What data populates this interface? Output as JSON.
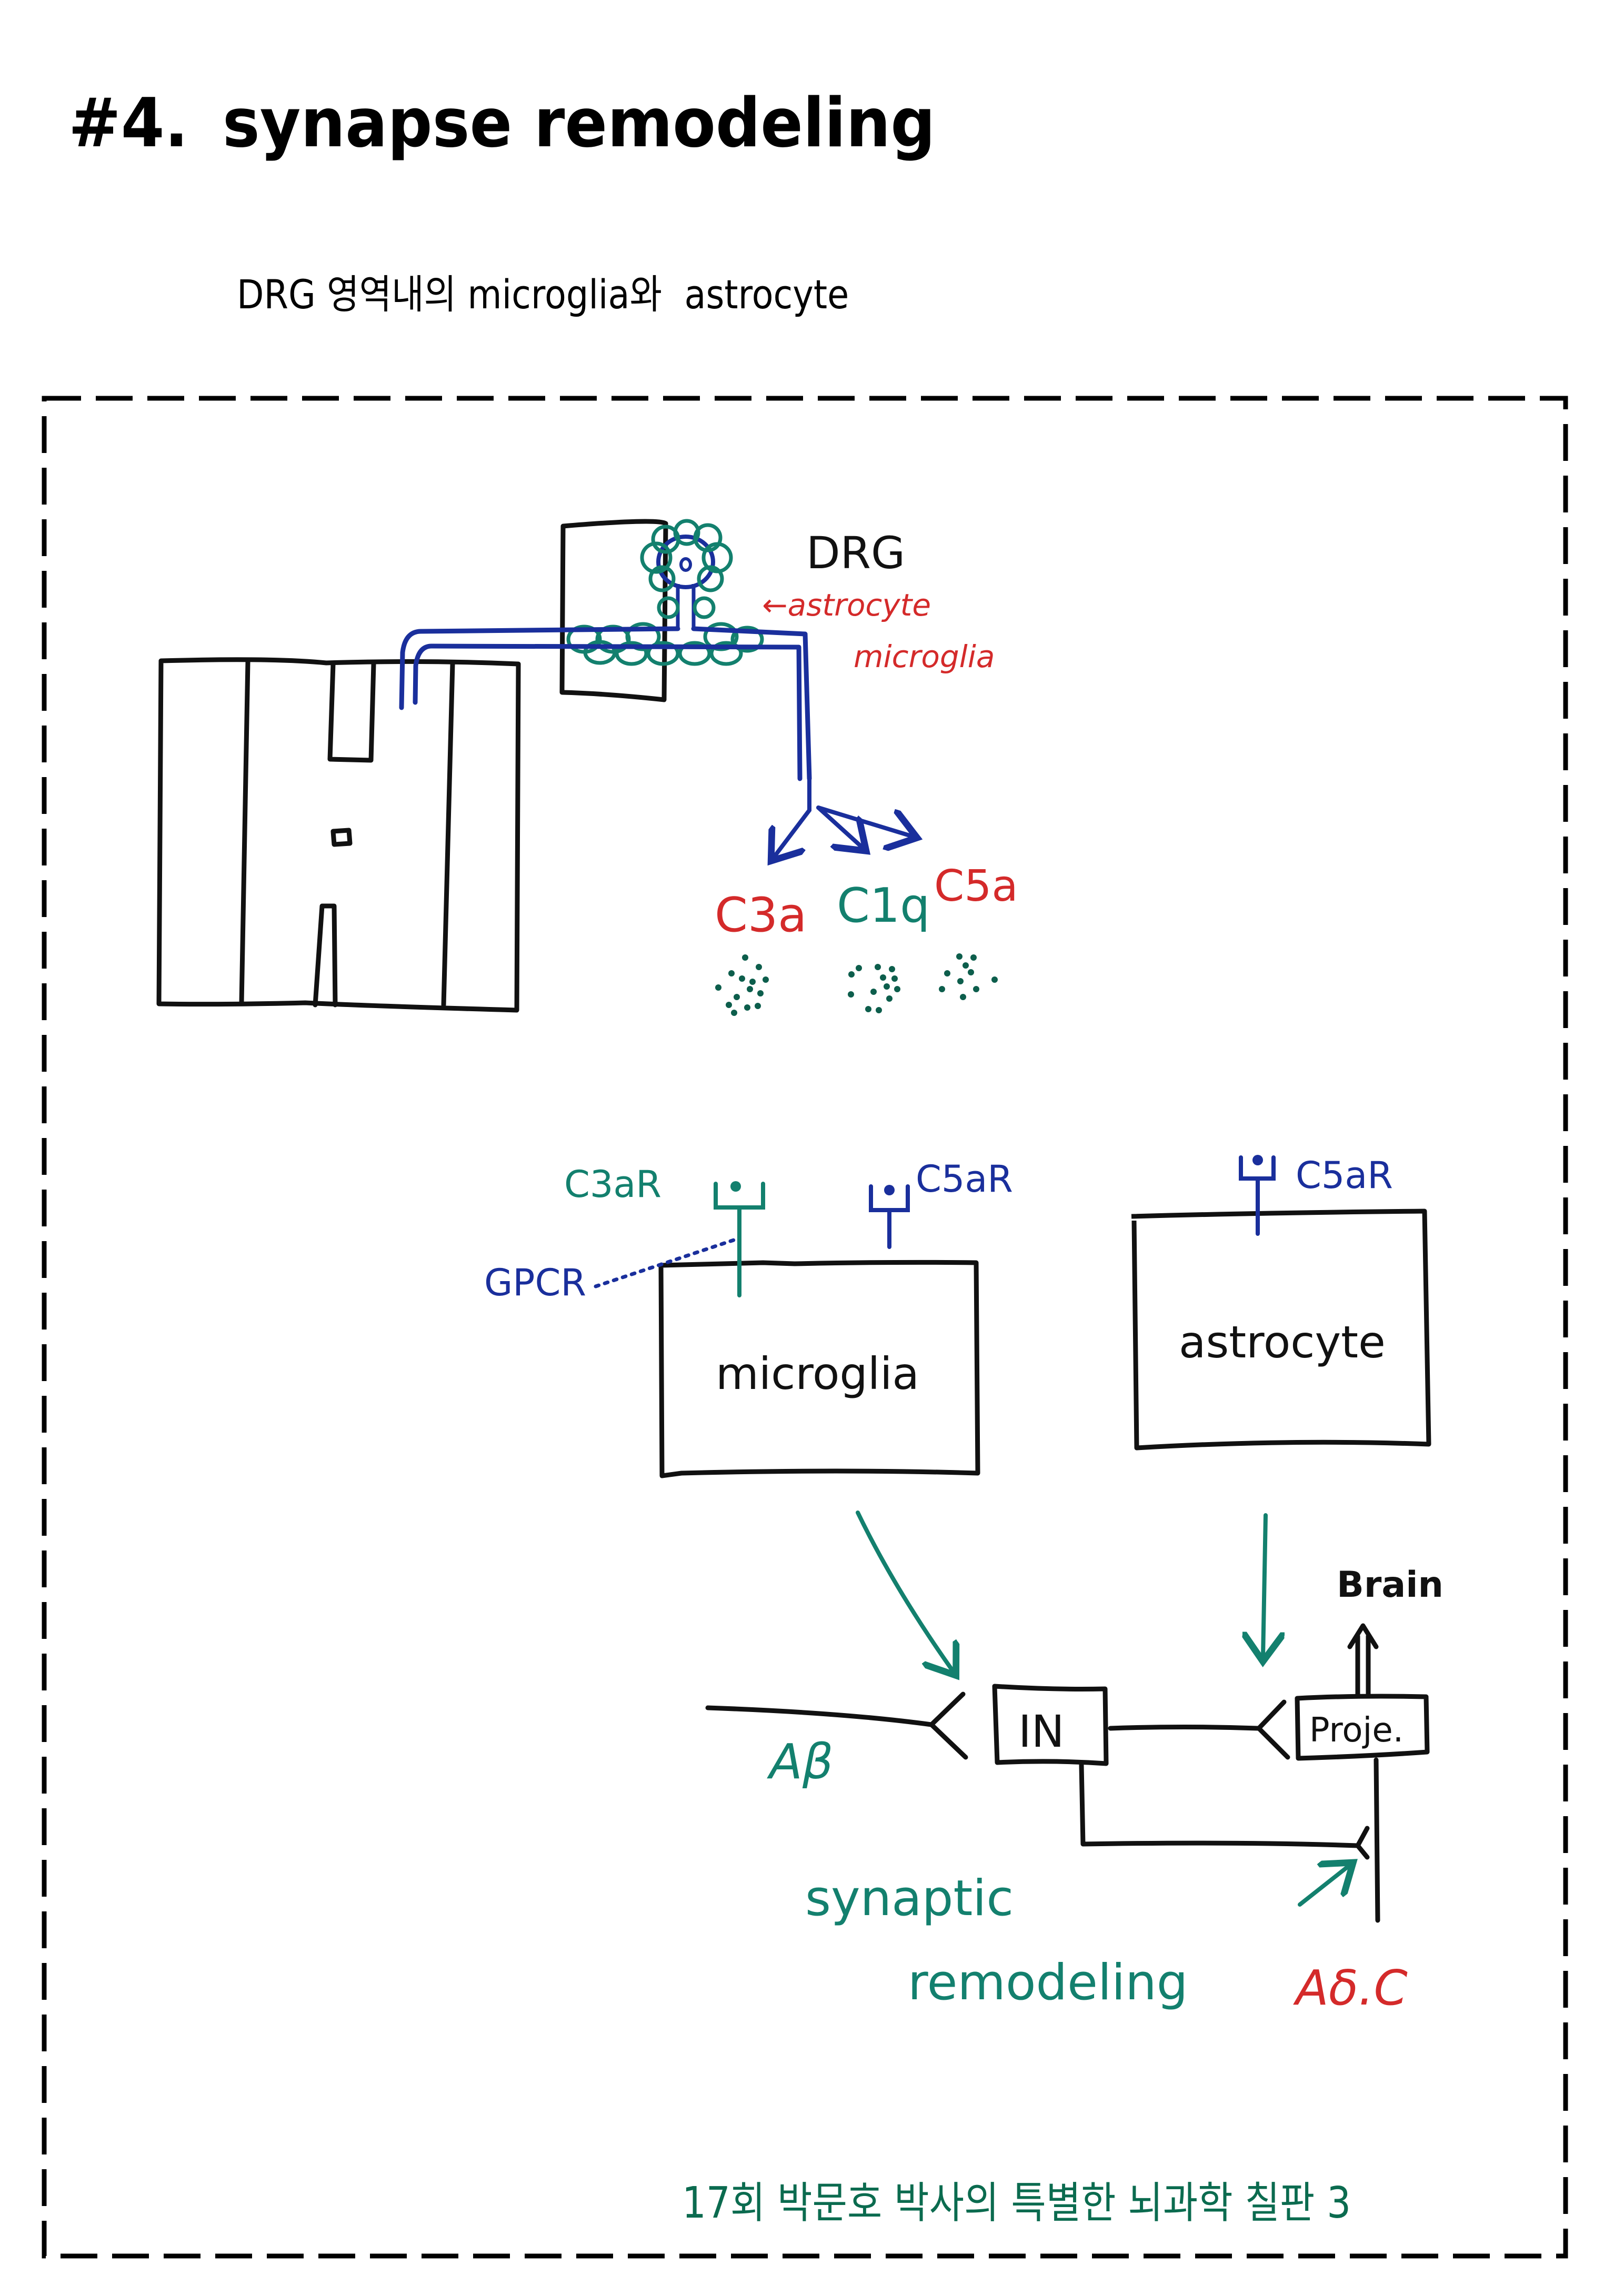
{
  "header": {
    "number": "#4.",
    "title": "synapse remodeling",
    "subtitle": "DRG 영역내의 microglia와  astrocyte"
  },
  "colors": {
    "ink": "#111111",
    "blue": "#1a2f9c",
    "teal": "#13806e",
    "red": "#d42a2a",
    "footer_green": "#0b6b4f"
  },
  "diagram": {
    "drg": {
      "label": "DRG",
      "astrocyte_label": "←astrocyte",
      "microglia_label": "microglia"
    },
    "complement_factors": [
      {
        "label": "C3a",
        "color": "red"
      },
      {
        "label": "C1q",
        "color": "teal"
      },
      {
        "label": "C5a",
        "color": "red"
      }
    ],
    "microglia_cell": {
      "label": "microglia",
      "receptors": [
        {
          "label": "C3aR",
          "color": "teal"
        },
        {
          "label": "C5aR",
          "color": "blue"
        }
      ],
      "gpcr_label": "GPCR"
    },
    "astrocyte_cell": {
      "label": "astrocyte",
      "receptors": [
        {
          "label": "C5aR",
          "color": "blue"
        }
      ]
    },
    "circuit": {
      "interneuron_label": "IN",
      "projection_label": "Proje.",
      "brain_label": "Brain",
      "abeta_label": "Aβ",
      "adelta_c_label": "Aδ.C",
      "remodeling_line1": "synaptic",
      "remodeling_line2": "remodeling"
    }
  },
  "footer": {
    "caption": "17회 박문호 박사의 특별한 뇌과학 칠판 3"
  }
}
